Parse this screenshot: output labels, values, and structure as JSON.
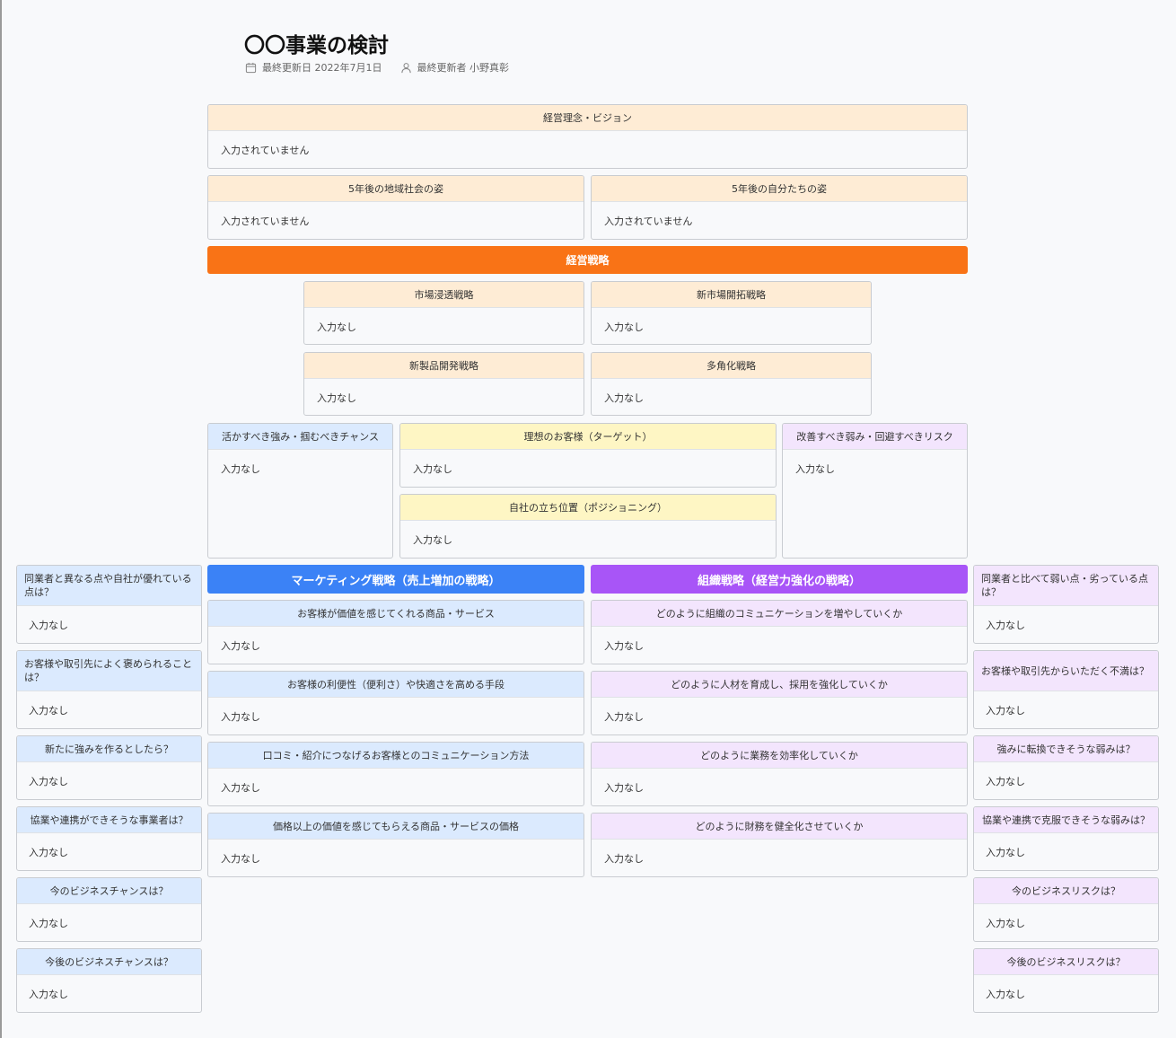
{
  "page": {
    "title": "〇〇事業の検討",
    "last_updated_label": "最終更新日 2022年7月1日",
    "last_editor_label": "最終更新者 小野真彰",
    "icons": [
      "calendar-icon",
      "user-icon"
    ]
  },
  "colors": {
    "orange_header": "#feecd5",
    "blue_header": "#dbeafe",
    "yellow_header": "#fef6c4",
    "purple_header": "#f3e5fd",
    "strategy_bar": "#f97316",
    "marketing_bar": "#3b82f6",
    "organization_bar": "#a855f7"
  },
  "vision": {
    "philosophy": {
      "label": "経営理念・ビジョン",
      "value": "入力されていません"
    },
    "community": {
      "label": "5年後の地域社会の姿",
      "value": "入力されていません"
    },
    "ourselves": {
      "label": "5年後の自分たちの姿",
      "value": "入力されていません"
    }
  },
  "strategy": {
    "bar_label": "経営戦略",
    "penetration": {
      "label": "市場浸透戦略",
      "value": "入力なし"
    },
    "new_market": {
      "label": "新市場開拓戦略",
      "value": "入力なし"
    },
    "new_product": {
      "label": "新製品開発戦略",
      "value": "入力なし"
    },
    "diversification": {
      "label": "多角化戦略",
      "value": "入力なし"
    }
  },
  "analysis": {
    "strengths": {
      "label": "活かすべき強み・掴むべきチャンス",
      "value": "入力なし"
    },
    "target": {
      "label": "理想のお客様（ターゲット）",
      "value": "入力なし"
    },
    "positioning": {
      "label": "自社の立ち位置（ポジショニング）",
      "value": "入力なし"
    },
    "weaknesses": {
      "label": "改善すべき弱み・回避すべきリスク",
      "value": "入力なし"
    }
  },
  "marketing": {
    "bar_label": "マーケティング戦略（売上増加の戦略）",
    "items": [
      {
        "label": "お客様が価値を感じてくれる商品・サービス",
        "value": "入力なし"
      },
      {
        "label": "お客様の利便性（便利さ）や快適さを高める手段",
        "value": "入力なし"
      },
      {
        "label": "口コミ・紹介につなげるお客様とのコミュニケーション方法",
        "value": "入力なし"
      },
      {
        "label": "価格以上の価値を感じてもらえる商品・サービスの価格",
        "value": "入力なし"
      }
    ]
  },
  "organization": {
    "bar_label": "組織戦略（経営力強化の戦略）",
    "items": [
      {
        "label": "どのように組織のコミュニケーションを増やしていくか",
        "value": "入力なし"
      },
      {
        "label": "どのように人材を育成し、採用を強化していくか",
        "value": "入力なし"
      },
      {
        "label": "どのように業務を効率化していくか",
        "value": "入力なし"
      },
      {
        "label": "どのように財務を健全化させていくか",
        "value": "入力なし"
      }
    ]
  },
  "left_column": [
    {
      "label": "同業者と異なる点や自社が優れている点は？",
      "value": "入力なし"
    },
    {
      "label": "お客様や取引先によく褒められることは？",
      "value": "入力なし"
    },
    {
      "label": "新たに強みを作るとしたら？",
      "value": "入力なし"
    },
    {
      "label": "協業や連携ができそうな事業者は？",
      "value": "入力なし"
    },
    {
      "label": "今のビジネスチャンスは？",
      "value": "入力なし"
    },
    {
      "label": "今後のビジネスチャンスは？",
      "value": "入力なし"
    }
  ],
  "right_column": [
    {
      "label": "同業者と比べて弱い点・劣っている点は？",
      "value": "入力なし"
    },
    {
      "label": "お客様や取引先からいただく不満は？",
      "value": "入力なし"
    },
    {
      "label": "強みに転換できそうな弱みは？",
      "value": "入力なし"
    },
    {
      "label": "協業や連携で克服できそうな弱みは？",
      "value": "入力なし"
    },
    {
      "label": "今のビジネスリスクは？",
      "value": "入力なし"
    },
    {
      "label": "今後のビジネスリスクは？",
      "value": "入力なし"
    }
  ]
}
